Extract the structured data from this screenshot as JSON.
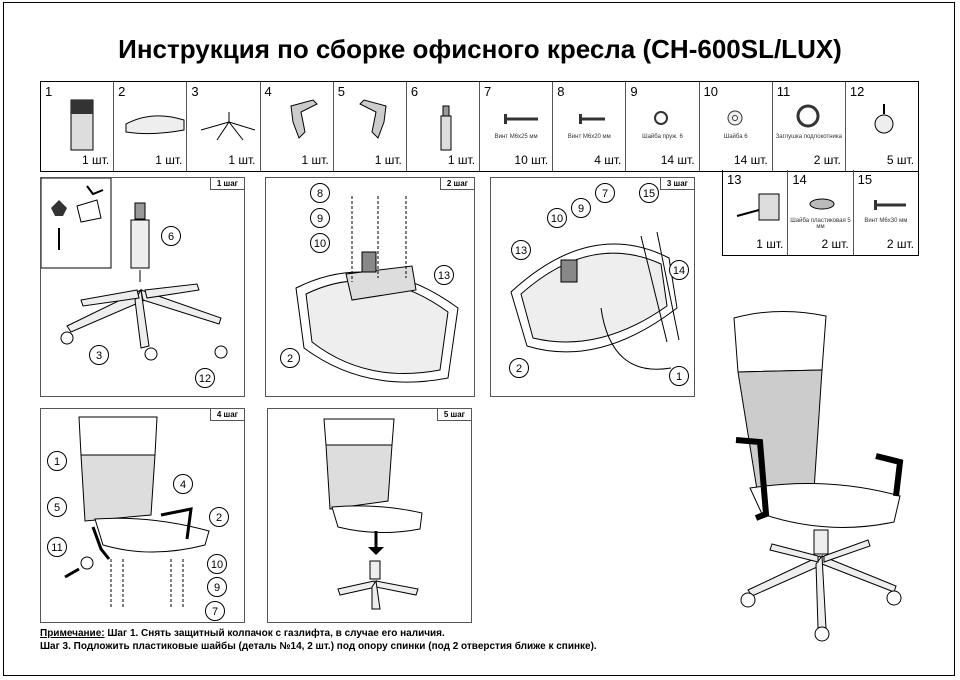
{
  "title": "Инструкция по сборке офисного кресла (CH-600SL/LUX)",
  "parts": [
    {
      "num": "1",
      "qty": "1 шт.",
      "label": ""
    },
    {
      "num": "2",
      "qty": "1 шт.",
      "label": ""
    },
    {
      "num": "3",
      "qty": "1 шт.",
      "label": ""
    },
    {
      "num": "4",
      "qty": "1 шт.",
      "label": ""
    },
    {
      "num": "5",
      "qty": "1 шт.",
      "label": ""
    },
    {
      "num": "6",
      "qty": "1 шт.",
      "label": ""
    },
    {
      "num": "7",
      "qty": "10 шт.",
      "label": "Винт М6х25 мм"
    },
    {
      "num": "8",
      "qty": "4 шт.",
      "label": "Винт М6х20 мм"
    },
    {
      "num": "9",
      "qty": "14 шт.",
      "label": "Шайба пруж. 6"
    },
    {
      "num": "10",
      "qty": "14 шт.",
      "label": "Шайба 6"
    },
    {
      "num": "11",
      "qty": "2 шт.",
      "label": "Заглушка подлокотника"
    },
    {
      "num": "12",
      "qty": "5 шт.",
      "label": ""
    }
  ],
  "parts_extra": [
    {
      "num": "13",
      "qty": "1 шт.",
      "label": ""
    },
    {
      "num": "14",
      "qty": "2 шт.",
      "label": "Шайба пластиковая 5 мм"
    },
    {
      "num": "15",
      "qty": "2 шт.",
      "label": "Винт М6х30 мм"
    }
  ],
  "steps": [
    {
      "tag": "1 шаг",
      "callouts": [
        "6",
        "3",
        "12"
      ]
    },
    {
      "tag": "2 шаг",
      "callouts": [
        "8",
        "9",
        "10",
        "13",
        "2"
      ]
    },
    {
      "tag": "3 шаг",
      "callouts": [
        "7",
        "15",
        "9",
        "10",
        "13",
        "14",
        "2",
        "1"
      ]
    },
    {
      "tag": "4 шаг",
      "callouts": [
        "1",
        "4",
        "5",
        "2",
        "11",
        "10",
        "9",
        "7"
      ]
    },
    {
      "tag": "5 шаг",
      "callouts": []
    }
  ],
  "note": {
    "label": "Примечание:",
    "line1": " Шаг 1. Снять защитный колпачок с газлифта, в случае его наличия.",
    "line2": "Шаг 3. Подложить пластиковые шайбы (деталь №14, 2 шт.) под опору спинки (под 2 отверстия ближе к спинке)."
  }
}
